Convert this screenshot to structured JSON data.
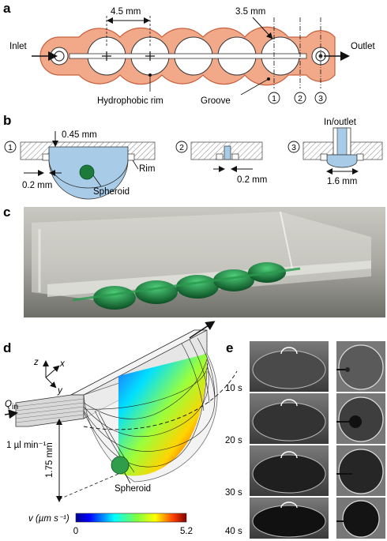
{
  "panels": {
    "a": {
      "label": "a",
      "inlet": "Inlet",
      "outlet": "Outlet",
      "spacing": "4.5 mm",
      "diameter": "3.5 mm",
      "rim": "Hydrophobic rim",
      "groove": "Groove",
      "markers": [
        "1",
        "2",
        "3"
      ]
    },
    "b": {
      "label": "b",
      "depth": "0.45 mm",
      "gap": "0.2 mm",
      "rim": "Rim",
      "spheroid": "Spheroid",
      "gap2": "0.2 mm",
      "inoutlet": "In/outlet",
      "width": "1.6 mm",
      "markers": [
        "1",
        "2",
        "3"
      ]
    },
    "c": {
      "label": "c"
    },
    "d": {
      "label": "d",
      "axis_z": "z",
      "axis_x": "x",
      "axis_y": "y",
      "q_symbol": "Q",
      "q_sub": "in",
      "flow": "1 µl min⁻¹",
      "height": "1.75 mm",
      "spheroid": "Spheroid",
      "cbar_title": "v (µm s⁻¹)",
      "cbar_min": "0",
      "cbar_max": "5.2"
    },
    "e": {
      "label": "e",
      "times": [
        "10 s",
        "20 s",
        "30 s",
        "40 s"
      ]
    }
  },
  "colors": {
    "chamber": "#F2A98A",
    "chamber_stroke": "#C8603C",
    "fluid": "#A8CCE8",
    "spheroid": "#1C7A3A",
    "hatch": "#888888"
  }
}
